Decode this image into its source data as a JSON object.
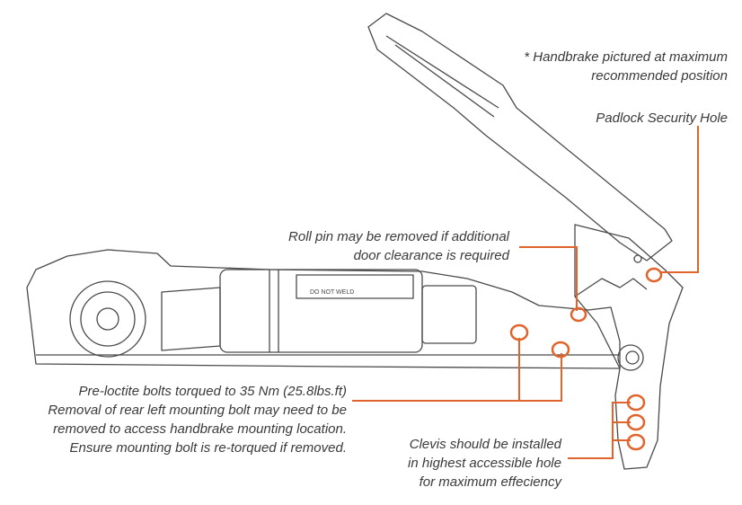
{
  "annotations": {
    "handbrake_note": [
      "* Handbrake pictured at maximum",
      "recommended position"
    ],
    "padlock_note": [
      "Padlock  Security Hole"
    ],
    "roll_pin_note": [
      "Roll pin may be removed if additional",
      "door clearance is required"
    ],
    "bolts_note": [
      "Pre-loctite bolts torqued to 35 Nm (25.8lbs.ft)",
      "Removal of rear left mounting bolt may need to be",
      "removed  to access handbrake mounting location.",
      "Ensure mounting bolt is re-torqued  if removed."
    ],
    "clevis_note": [
      "Clevis should be installed",
      "in highest accessible hole",
      "for maximum effeciency"
    ]
  },
  "part_label": [
    "DO NOT WELD"
  ],
  "colors": {
    "accent": "#e0642c",
    "line": "#4a4a4a",
    "text": "#3a3a3a"
  }
}
